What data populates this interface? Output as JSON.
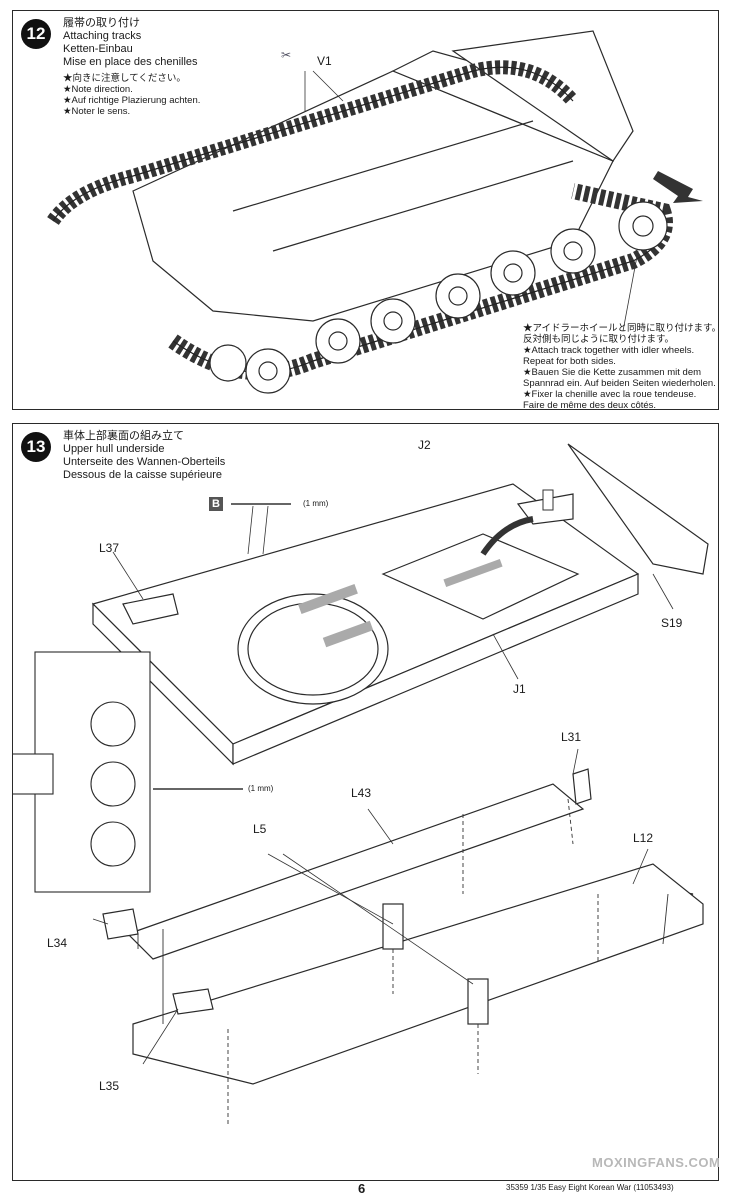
{
  "step12": {
    "number": "12",
    "title_ja": "履帯の取り付け",
    "title_en": "Attaching tracks",
    "title_de": "Ketten-Einbau",
    "title_fr": "Mise en place des chenilles",
    "notes": [
      "★向きに注意してください。",
      "★Note direction.",
      "★Auf richtige Plazierung achten.",
      "★Noter le sens."
    ],
    "part_label": "V1",
    "side_note": [
      "★アイドラーホイールと同時に取り付けます。",
      "反対側も同じように取り付けます。",
      "★Attach track together with idler wheels.",
      "Repeat for both sides.",
      "★Bauen Sie die Kette zusammen mit dem",
      "Spannrad ein. Auf beiden Seiten wiederholen.",
      "★Fixer la chenille avec la roue tendeuse.",
      "Faire de même des deux côtés."
    ]
  },
  "step13": {
    "number": "13",
    "title_ja": "車体上部裏面の組み立て",
    "title_en": "Upper hull underside",
    "title_de": "Unterseite des Wannen-Oberteils",
    "title_fr": "Dessous de la caisse supérieure",
    "b_tag": "B",
    "drill_note": "(1 mm)",
    "parts": [
      "J2",
      "L37",
      "S19",
      "J1",
      "L31",
      "L43",
      "L5",
      "L12",
      "L34",
      "L35"
    ]
  },
  "footer": {
    "page_number": "6",
    "code": "35359 1/35 Easy Eight Korean War (11053493)"
  },
  "watermark": "MOXINGFANS.COM"
}
